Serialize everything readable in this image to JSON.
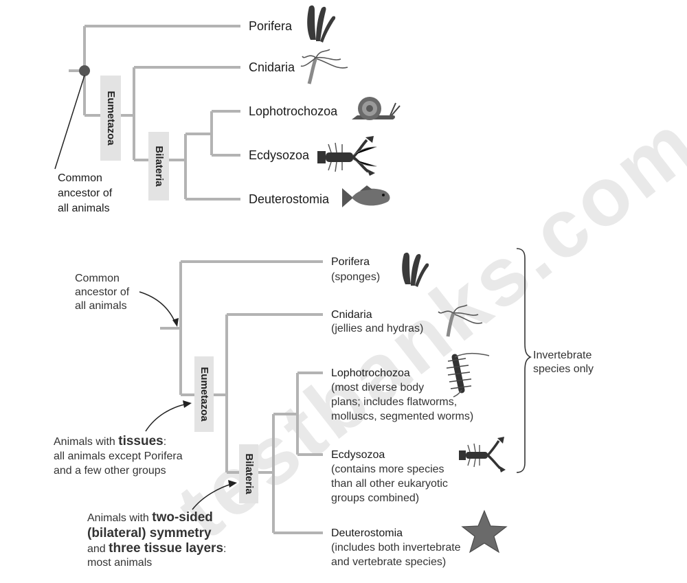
{
  "top_tree": {
    "taxa": [
      "Porifera",
      "Cnidaria",
      "Lophotrochozoa",
      "Ecdysozoa",
      "Deuterostomia"
    ],
    "clades": [
      "Eumetazoa",
      "Bilateria"
    ],
    "ancestor_label": [
      "Common",
      "ancestor of",
      "all animals"
    ]
  },
  "bottom_tree": {
    "taxa": [
      {
        "name": "Porifera",
        "desc": [
          "(sponges)"
        ]
      },
      {
        "name": "Cnidaria",
        "desc": [
          "(jellies and hydras)"
        ]
      },
      {
        "name": "Lophotrochozoa",
        "desc": [
          "(most diverse body",
          "plans; includes flatworms,",
          "molluscs, segmented worms)"
        ]
      },
      {
        "name": "Ecdysozoa",
        "desc": [
          "(contains more species",
          "than all other eukaryotic",
          "groups combined)"
        ]
      },
      {
        "name": "Deuterostomia",
        "desc": [
          "(includes both invertebrate",
          "and vertebrate species)"
        ]
      }
    ],
    "clades": [
      "Eumetazoa",
      "Bilateria"
    ],
    "ancestor_label": [
      "Common",
      "ancestor of",
      "all animals"
    ],
    "tissues_note": {
      "pre": "Animals with ",
      "bold": "tissues",
      "post": ":",
      "lines": [
        "all animals except Porifera",
        "and a few other groups"
      ]
    },
    "bilateral_note": {
      "pre": "Animals with ",
      "bold1": "two-sided",
      "bold2": "(bilateral) symmetry",
      "and": "and ",
      "bold3": "three tissue layers",
      "post": ":",
      "last": "most animals"
    },
    "bracket_label": [
      "Invertebrate",
      "species only"
    ]
  },
  "watermark": "testbanks.com",
  "colors": {
    "branch": "#b3b3b3",
    "clade_box": "#e3e3e3",
    "animal": "#3a3a3a"
  },
  "icons": [
    "sponge-icon",
    "hydra-icon",
    "snail-icon",
    "lobster-icon",
    "fish-icon",
    "bristleworm-icon",
    "starfish-icon"
  ]
}
